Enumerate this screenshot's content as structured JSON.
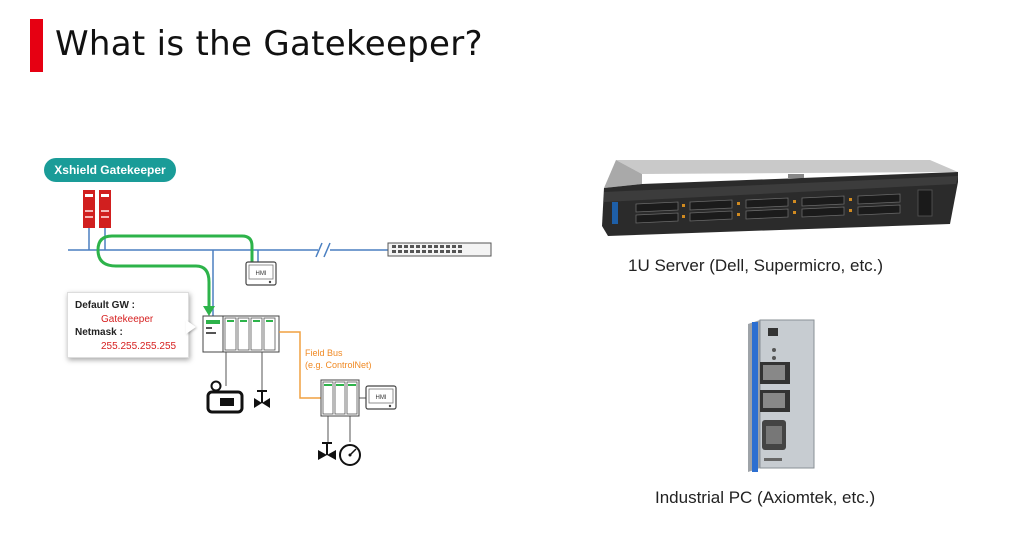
{
  "slide": {
    "title": "What is the Gatekeeper?",
    "accent_color": "#e60012"
  },
  "diagram": {
    "badge_label": "Xshield Gatekeeper",
    "badge_color": "#1a9c98",
    "flow_line_color": "#2db34a",
    "network_line_color": "#4a7fc1",
    "fieldbus_line_color": "#f0a040",
    "callout": {
      "gw_label": "Default GW :",
      "gw_value": "Gatekeeper",
      "mask_label": "Netmask :",
      "mask_value": "255.255.255.255"
    },
    "hmi_top": "HMI",
    "hmi_bottom": "HMI",
    "fieldbus_line1": "Field Bus",
    "fieldbus_line2": "(e.g. ControlNet)"
  },
  "hardware": {
    "server_caption": "1U Server (Dell, Supermicro, etc.)",
    "ipc_caption": "Industrial PC (Axiomtek, etc.)"
  }
}
